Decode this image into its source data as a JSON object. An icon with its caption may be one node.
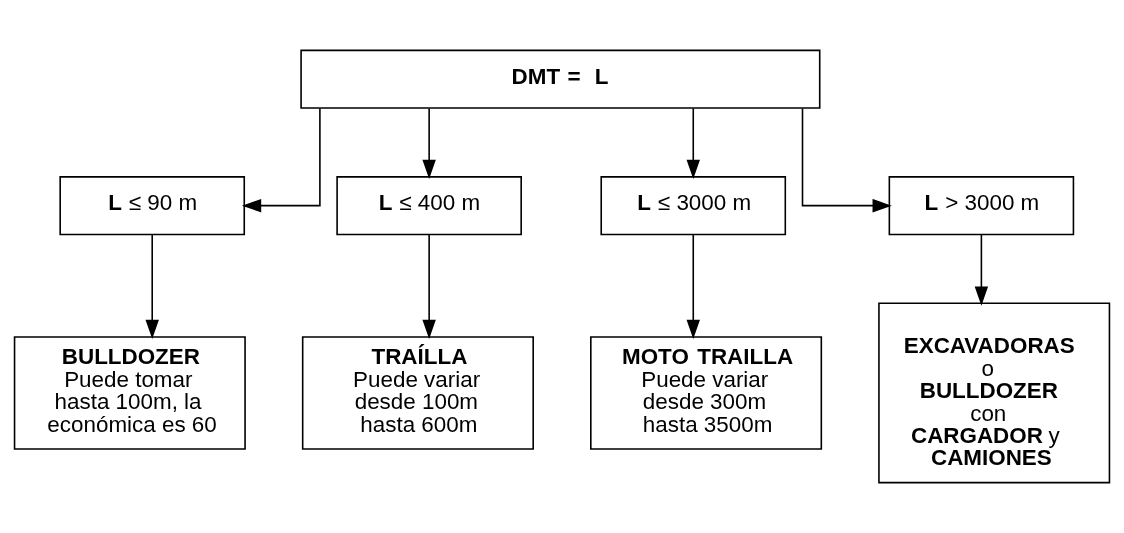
{
  "diagram": {
    "nodes": [
      {
        "text": [
          "DMT =  L"
        ]
      },
      {
        "text": [
          "**L** ≤ 90 m"
        ]
      },
      {
        "text": [
          "**L** ≤ 400 m"
        ]
      },
      {
        "text": [
          "**L** ≤ 3000 m"
        ]
      },
      {
        "text": [
          "**L** > 3000 m"
        ]
      },
      {
        "text": [
          "BULLDOZER",
          "Puede tomar hasta 100m, la económica es 60"
        ]
      },
      {
        "text": [
          "TRAÍLLA",
          "Puede variar desde 100m hasta 600m"
        ]
      },
      {
        "text": [
          "MOTO TRAILLA",
          "Puede variar desde 300m hasta 3500m"
        ]
      },
      {
        "text": [
          "**EXCAVADORAS** o **BULLDOZER** con **CARGADOR** y **CAMIONES**"
        ]
      }
    ],
    "edges": [
      {
        "from": 0,
        "to": 1,
        "arrow": "to"
      },
      {
        "from": 0,
        "to": 2,
        "arrow": "to"
      },
      {
        "from": 0,
        "to": 3,
        "arrow": "to"
      },
      {
        "from": 0,
        "to": 4,
        "arrow": "to"
      },
      {
        "from": 1,
        "to": 5,
        "arrow": "to"
      },
      {
        "from": 2,
        "to": 6,
        "arrow": "to"
      },
      {
        "from": 3,
        "to": 7,
        "arrow": "to"
      },
      {
        "from": 4,
        "to": 8,
        "arrow": "to"
      }
    ]
  }
}
